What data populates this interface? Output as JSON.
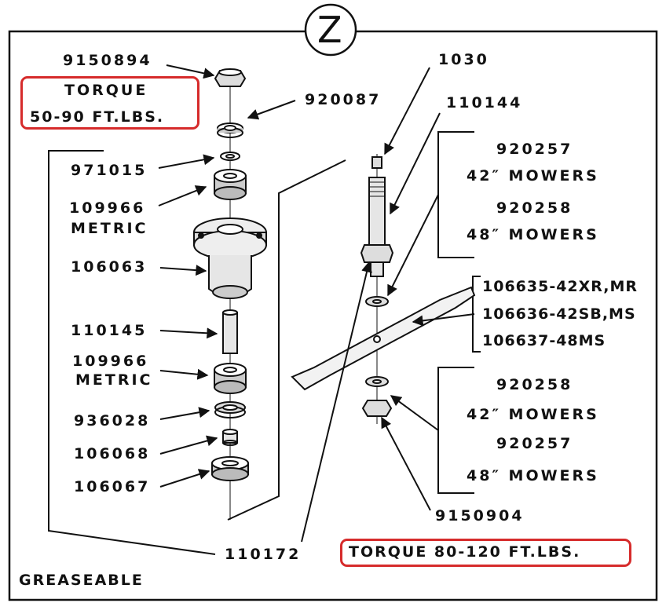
{
  "header": {
    "section_letter": "Z"
  },
  "parts": {
    "p9150894": "9150894",
    "p920087": "920087",
    "p971015": "971015",
    "p109966a": "109966",
    "metric_a": "METRIC",
    "p106063": "106063",
    "p110145": "110145",
    "p109966b": "109966",
    "metric_b": "METRIC",
    "p936028": "936028",
    "p106068": "106068",
    "p106067": "106067",
    "p110172": "110172",
    "p1030": "1030",
    "p110144": "110144",
    "p9150904": "9150904"
  },
  "torque_top": {
    "line1": "TORQUE",
    "line2": "50-90  FT.LBS."
  },
  "torque_bottom": {
    "text": "TORQUE  80-120  FT.LBS."
  },
  "washer_upper": {
    "part_a": "920257",
    "mower_a": "42″  MOWERS",
    "part_b": "920258",
    "mower_b": "48″  MOWERS"
  },
  "blades": {
    "b1": "106635-42XR,MR",
    "b2": "106636-42SB,MS",
    "b3": "106637-48MS"
  },
  "washer_lower": {
    "part_a": "920258",
    "mower_a": "42″  MOWERS",
    "part_b": "920257",
    "mower_b": "48″  MOWERS"
  },
  "footer": {
    "note": "GREASEABLE"
  },
  "colors": {
    "highlight": "#d62b2b",
    "ink": "#111111"
  }
}
